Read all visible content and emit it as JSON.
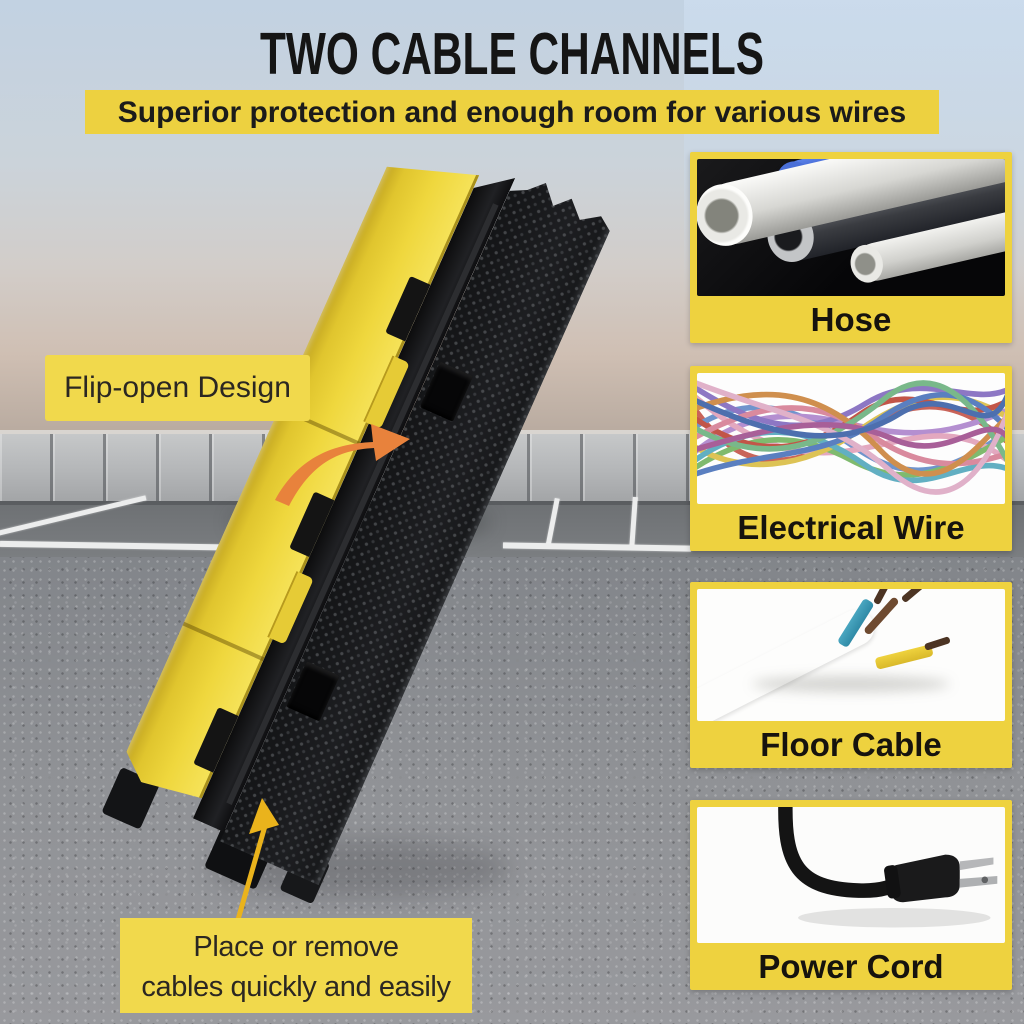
{
  "title": "TWO CABLE CHANNELS",
  "banner": "Superior protection and enough room for various wires",
  "callouts": {
    "flip_open": "Flip-open Design",
    "place_remove": [
      "Place or remove",
      "cables quickly and easily"
    ]
  },
  "panels": [
    {
      "label": "Hose",
      "photo": "pipes-photo"
    },
    {
      "label": "Electrical Wire",
      "photo": "tangled-wires-photo"
    },
    {
      "label": "Floor Cable",
      "photo": "stripped-cable-photo"
    },
    {
      "label": "Power Cord",
      "photo": "power-plug-photo"
    }
  ],
  "colors": {
    "accent_yellow": "#eed23f",
    "banner_yellow": "#edd140",
    "title_text": "#151515",
    "callout_text": "#2b2722",
    "orange_arrow": "#e8823c",
    "pointer_arrow": "#eab31c",
    "product_lid_yellow": "#efd73d",
    "product_base_black": "#1b1c1e",
    "pipe_blue": "#2646b8"
  }
}
